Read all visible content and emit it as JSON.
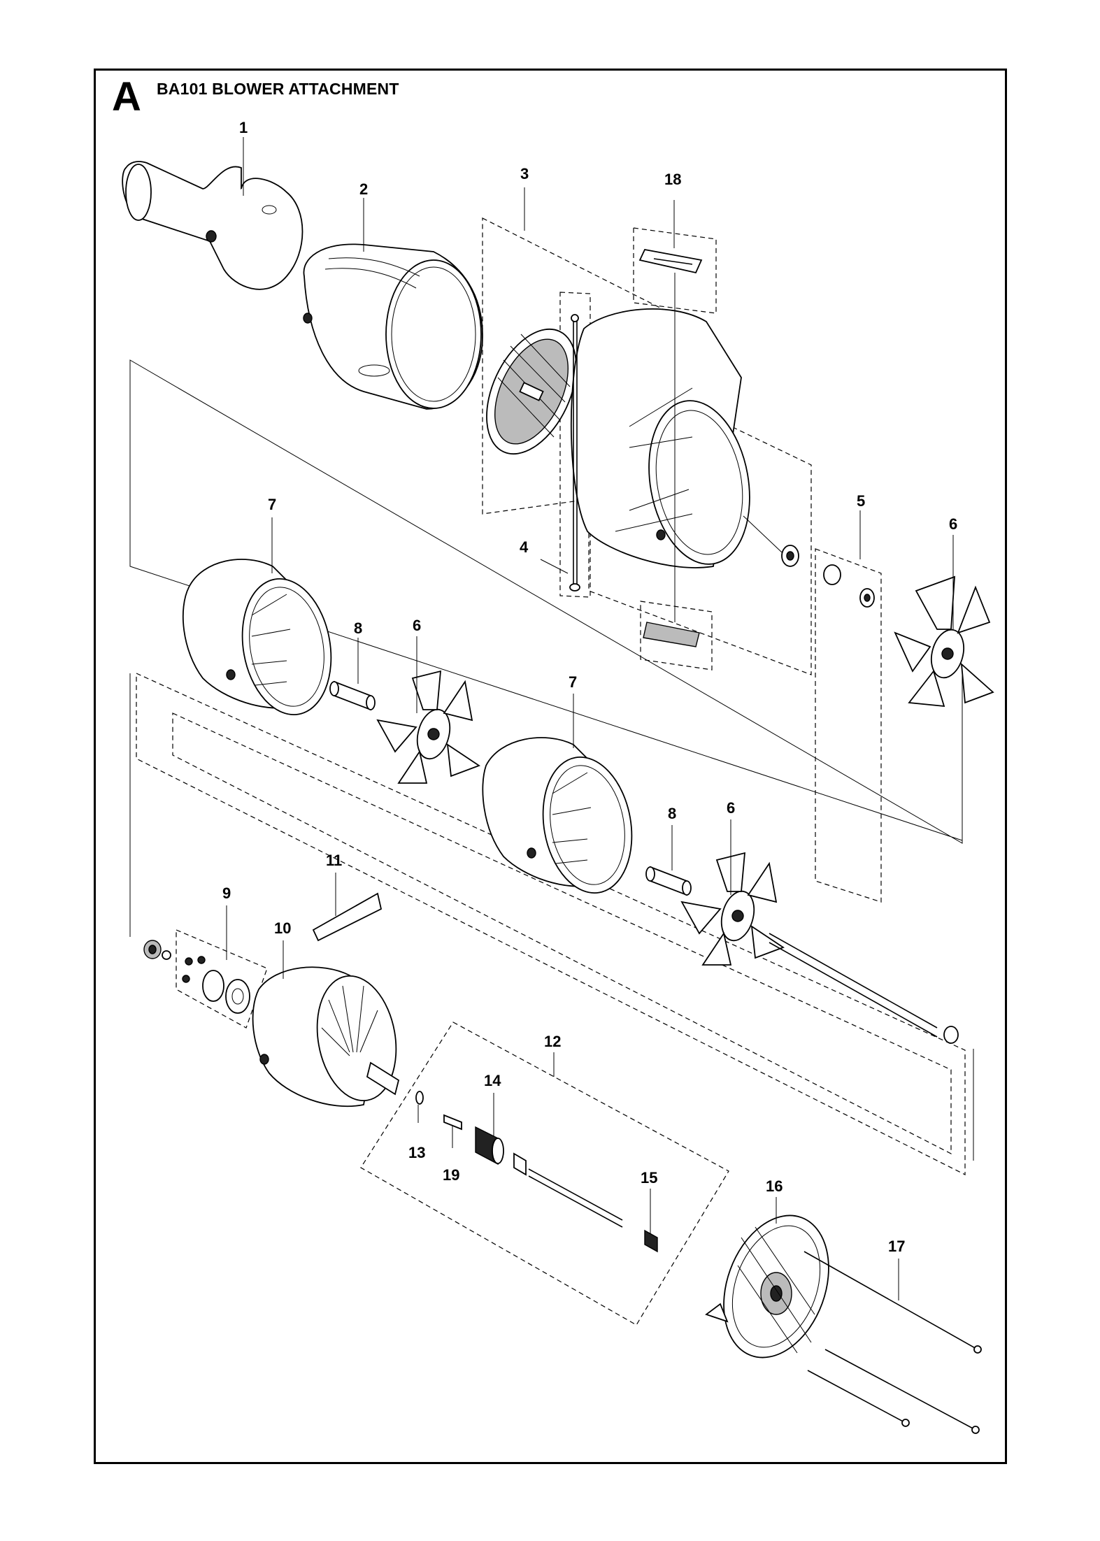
{
  "header": {
    "section_letter": "A",
    "title": "BA101 BLOWER ATTACHMENT"
  },
  "callouts": [
    {
      "id": "c1",
      "label": "1"
    },
    {
      "id": "c2",
      "label": "2"
    },
    {
      "id": "c3",
      "label": "3"
    },
    {
      "id": "c18",
      "label": "18"
    },
    {
      "id": "c4",
      "label": "4"
    },
    {
      "id": "c5",
      "label": "5"
    },
    {
      "id": "c6a",
      "label": "6"
    },
    {
      "id": "c7a",
      "label": "7"
    },
    {
      "id": "c8a",
      "label": "8"
    },
    {
      "id": "c6b",
      "label": "6"
    },
    {
      "id": "c7b",
      "label": "7"
    },
    {
      "id": "c8b",
      "label": "8"
    },
    {
      "id": "c6c",
      "label": "6"
    },
    {
      "id": "c11",
      "label": "11"
    },
    {
      "id": "c9",
      "label": "9"
    },
    {
      "id": "c10",
      "label": "10"
    },
    {
      "id": "c12",
      "label": "12"
    },
    {
      "id": "c14",
      "label": "14"
    },
    {
      "id": "c13",
      "label": "13"
    },
    {
      "id": "c19",
      "label": "19"
    },
    {
      "id": "c15",
      "label": "15"
    },
    {
      "id": "c16",
      "label": "16"
    },
    {
      "id": "c17",
      "label": "17"
    }
  ]
}
